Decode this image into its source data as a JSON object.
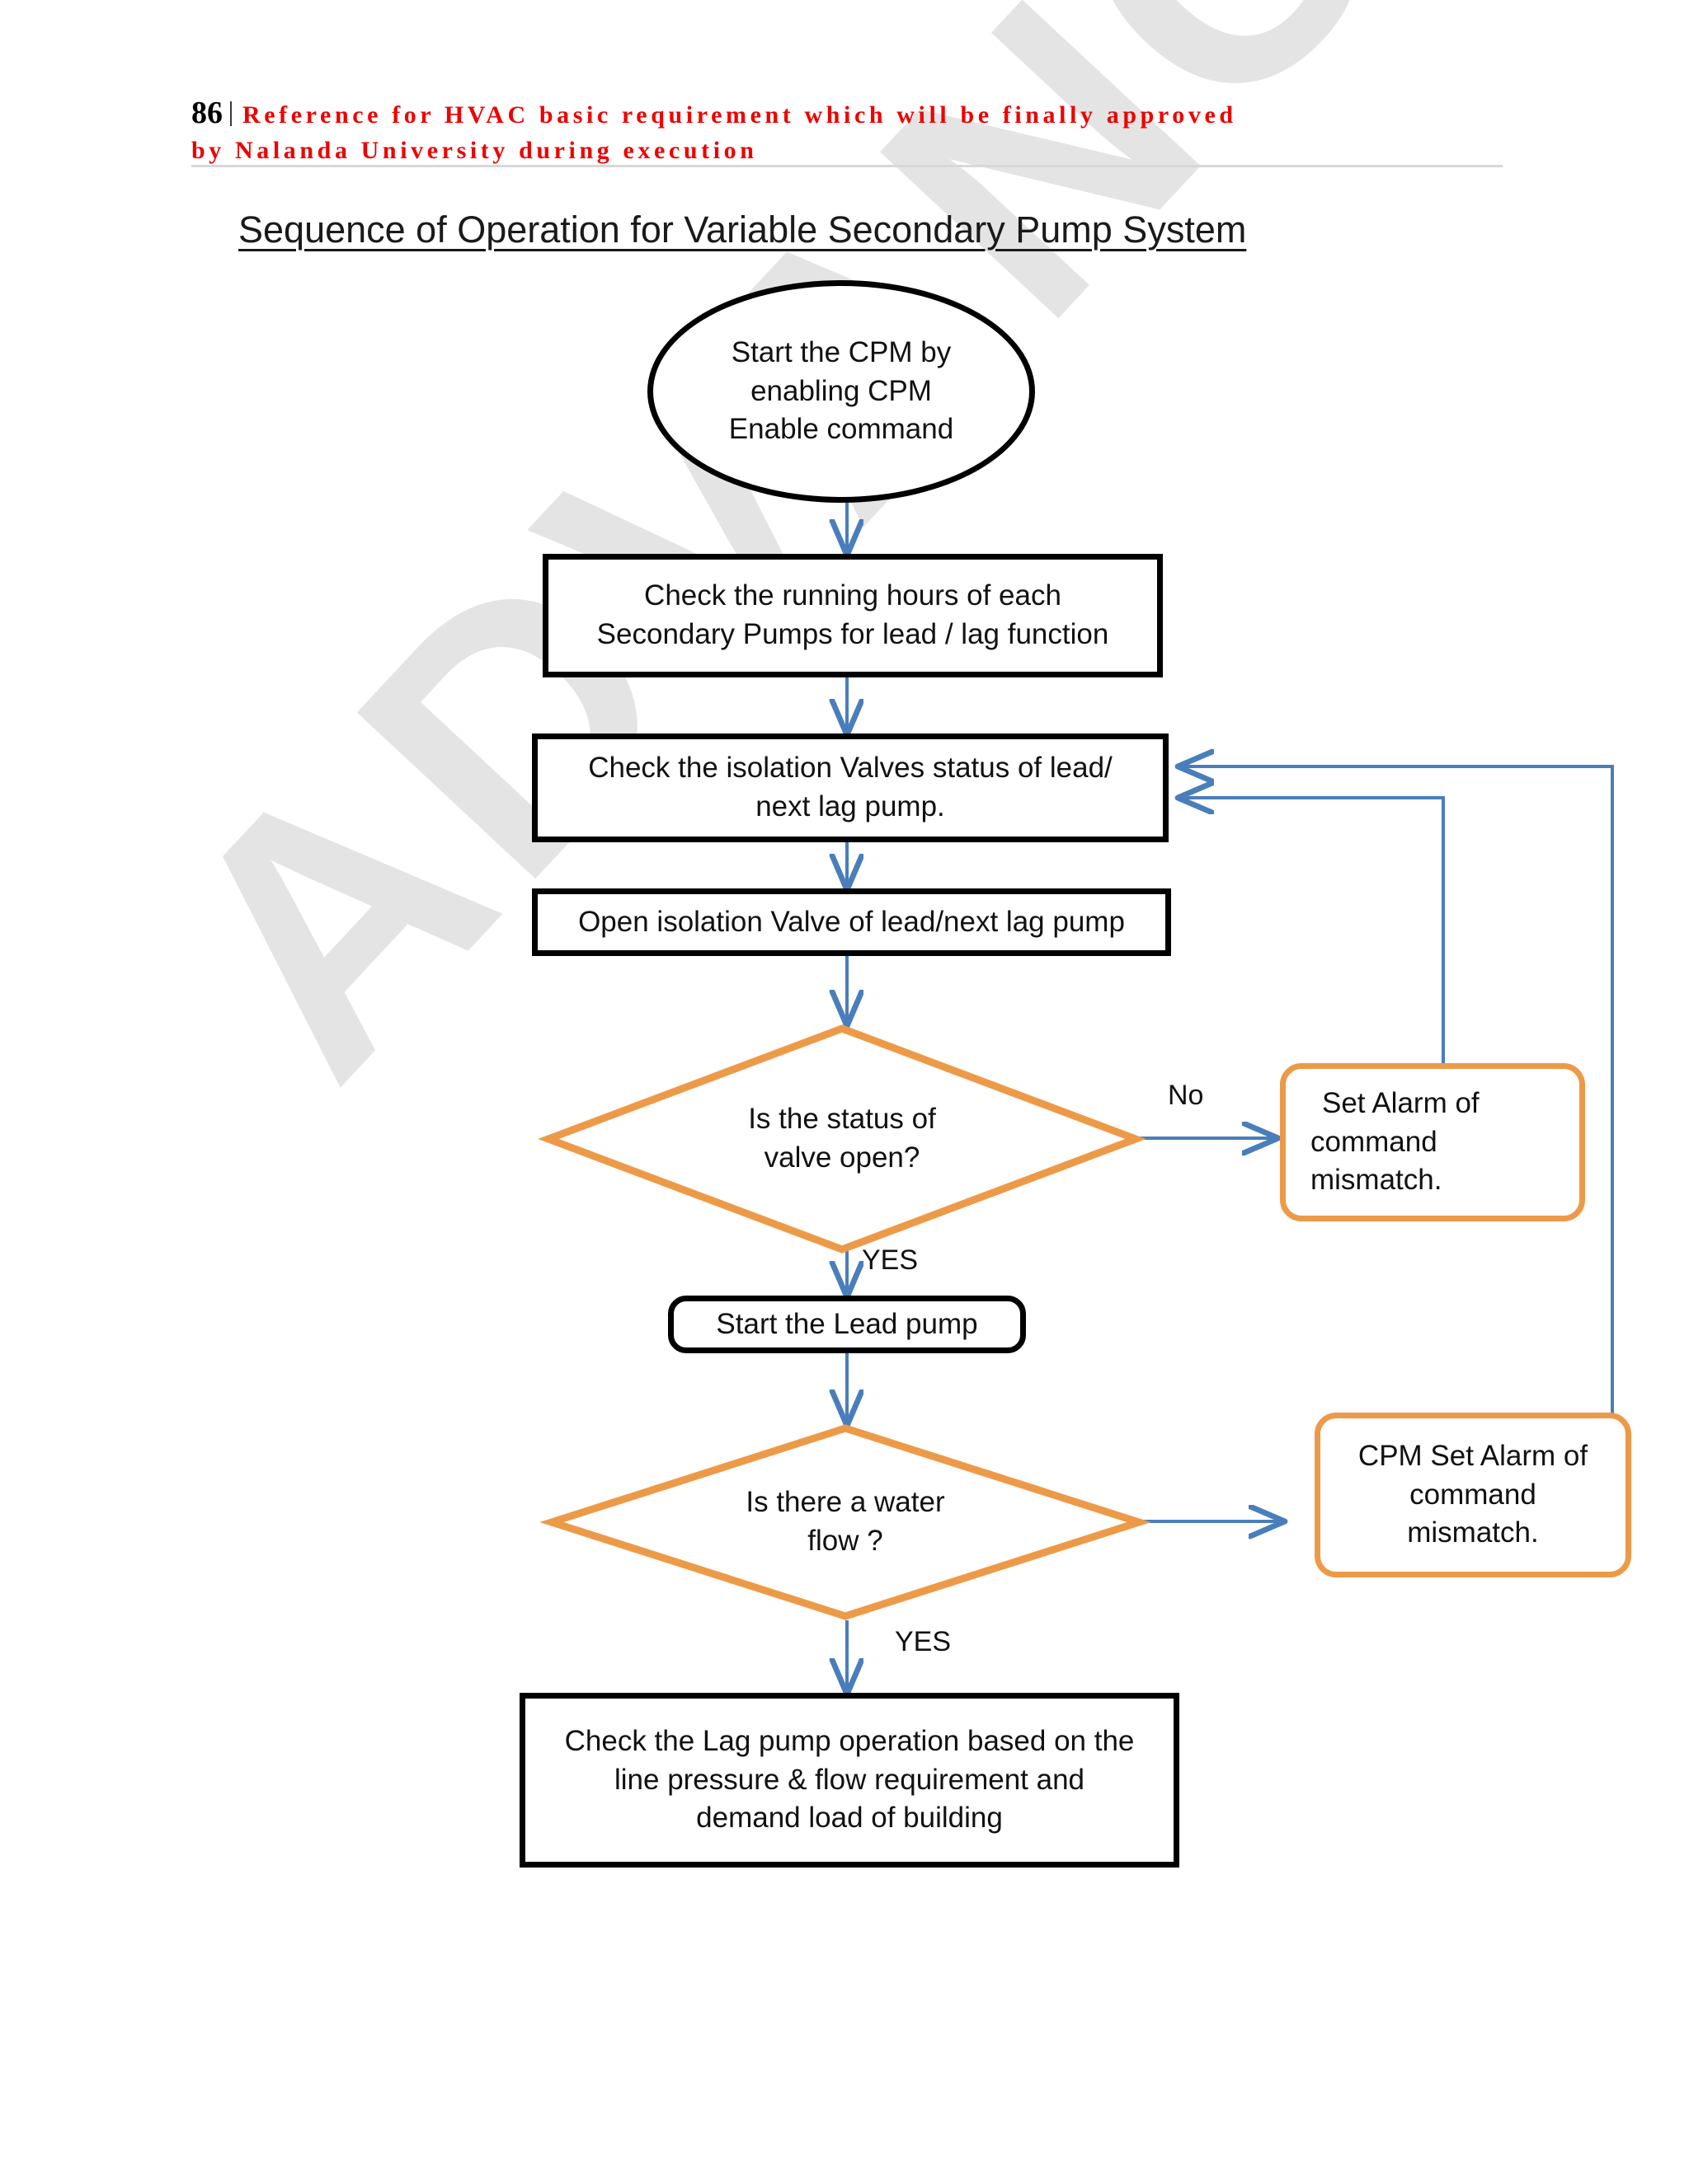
{
  "page": {
    "number": "86",
    "running_head_line1": "Reference for HVAC basic requirement which will be finally approved",
    "running_head_line2": "by Nalanda University during execution",
    "watermark": "ADVANCE COPY",
    "title": "Sequence of Operation for Variable Secondary Pump System"
  },
  "colors": {
    "header_red": "#ee0000",
    "decision_orange": "#ed9a48",
    "alarm_orange": "#ed9a48",
    "connector_blue": "#4a7ebb",
    "node_black": "#000000",
    "watermark_gray": "#e4e4e4"
  },
  "flowchart": {
    "type": "flowchart",
    "nodes": [
      {
        "id": "start",
        "shape": "ellipse",
        "text": "Start the CPM by enabling CPM Enable command",
        "lines": [
          "Start the CPM by",
          "enabling CPM",
          "Enable command"
        ]
      },
      {
        "id": "check-hours",
        "shape": "rectangle",
        "text": "Check the running hours of each Secondary Pumps for lead / lag function",
        "lines": [
          "Check the running hours of each",
          "Secondary Pumps for lead / lag function"
        ]
      },
      {
        "id": "check-valves",
        "shape": "rectangle",
        "text": "Check the isolation Valves status of lead/ next lag pump.",
        "lines": [
          "Check the isolation Valves status of lead/",
          "next lag pump."
        ]
      },
      {
        "id": "open-valve",
        "shape": "rectangle",
        "text": "Open isolation Valve of lead/next lag pump",
        "lines": [
          "Open isolation Valve of lead/next lag pump"
        ]
      },
      {
        "id": "valve-open-decision",
        "shape": "diamond",
        "text": "Is the status of valve open?",
        "lines": [
          "Is the status of",
          "valve open?"
        ]
      },
      {
        "id": "alarm-mismatch",
        "shape": "rounded-rectangle",
        "text": "Set Alarm of command mismatch.",
        "lines": [
          "Set Alarm of",
          "command",
          "mismatch."
        ]
      },
      {
        "id": "start-lead-pump",
        "shape": "rounded-rectangle",
        "text": "Start the Lead pump",
        "lines": [
          "Start the Lead pump"
        ]
      },
      {
        "id": "water-flow-decision",
        "shape": "diamond",
        "text": "Is there a water flow ?",
        "lines": [
          "Is there a water",
          "flow ?"
        ]
      },
      {
        "id": "cpm-alarm-mismatch",
        "shape": "rounded-rectangle",
        "text": "CPM Set Alarm of command mismatch.",
        "lines": [
          "CPM Set Alarm of",
          "command",
          "mismatch."
        ]
      },
      {
        "id": "check-lag-pump",
        "shape": "rectangle",
        "text": "Check the Lag pump operation based on the line pressure & flow requirement and demand load of building",
        "lines": [
          "Check the Lag pump operation based on the",
          "line pressure & flow requirement and",
          "demand load of building"
        ]
      }
    ],
    "edges": [
      {
        "from": "start",
        "to": "check-hours",
        "label": ""
      },
      {
        "from": "check-hours",
        "to": "check-valves",
        "label": ""
      },
      {
        "from": "check-valves",
        "to": "open-valve",
        "label": ""
      },
      {
        "from": "open-valve",
        "to": "valve-open-decision",
        "label": ""
      },
      {
        "from": "valve-open-decision",
        "to": "alarm-mismatch",
        "label": "No"
      },
      {
        "from": "valve-open-decision",
        "to": "start-lead-pump",
        "label": "YES"
      },
      {
        "from": "start-lead-pump",
        "to": "water-flow-decision",
        "label": ""
      },
      {
        "from": "water-flow-decision",
        "to": "cpm-alarm-mismatch",
        "label": ""
      },
      {
        "from": "water-flow-decision",
        "to": "check-lag-pump",
        "label": "YES"
      },
      {
        "from": "alarm-mismatch",
        "to": "check-valves",
        "label": ""
      },
      {
        "from": "cpm-alarm-mismatch",
        "to": "check-valves",
        "label": ""
      }
    ],
    "edge_labels": {
      "no_valve_open": "No",
      "yes_valve_open": "YES",
      "yes_water_flow": "YES"
    }
  }
}
